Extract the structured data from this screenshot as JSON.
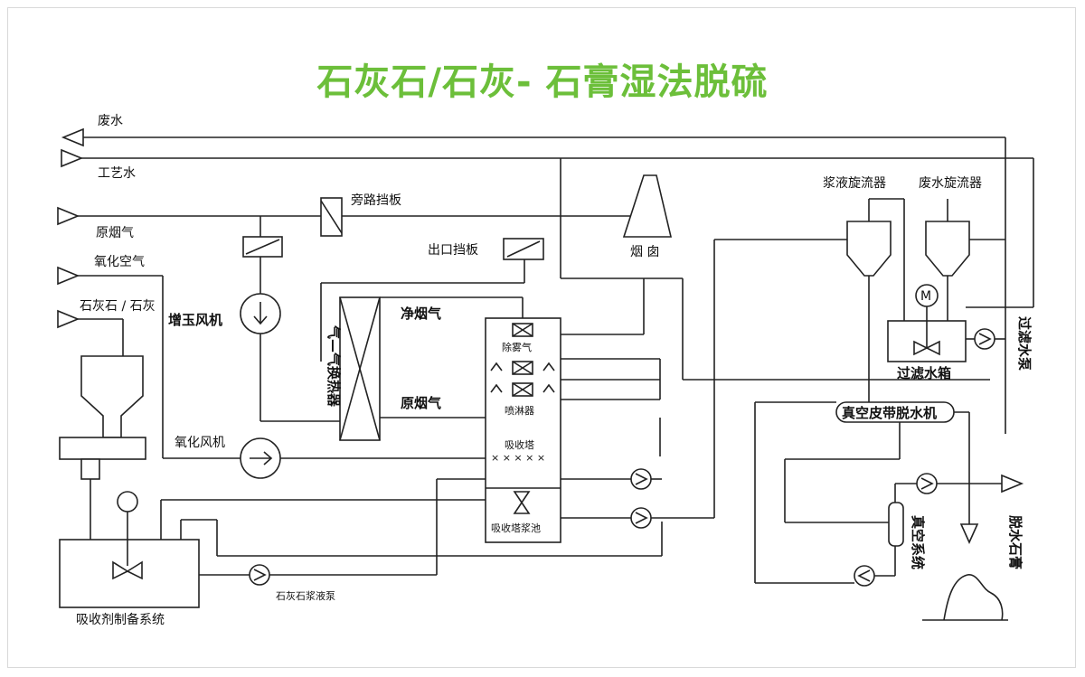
{
  "title": "石灰石/石灰- 石膏湿法脱硫",
  "labels": {
    "waste_water": "废水",
    "process_water": "工艺水",
    "raw_flue_gas_in": "原烟气",
    "oxidation_air": "氧化空气",
    "limestone": "石灰石 / 石灰",
    "bypass_damper": "旁路挡板",
    "outlet_damper": "出口挡板",
    "chimney": "烟 囱",
    "booster_fan": "增玉风机",
    "gas_heat_exchanger": "气—气换热器",
    "clean_flue_gas": "净烟气",
    "raw_flue_gas": "原烟气",
    "demister": "除雾气",
    "sprayer": "喷淋器",
    "absorber": "吸收塔",
    "absorber_tank": "吸收塔浆池",
    "oxidation_fan": "氧化风机",
    "slurry_cyclone": "浆液旋流器",
    "waste_water_cyclone": "废水旋流器",
    "filter_tank": "过滤水箱",
    "filter_pump": "过滤水泵",
    "vacuum_belt": "真空皮带脱水机",
    "vacuum_system": "真空系统",
    "gypsum": "脱水石膏",
    "absorbent_system": "吸收剂制备系统",
    "limestone_pump": "石灰石浆液泵",
    "motor": "M"
  }
}
